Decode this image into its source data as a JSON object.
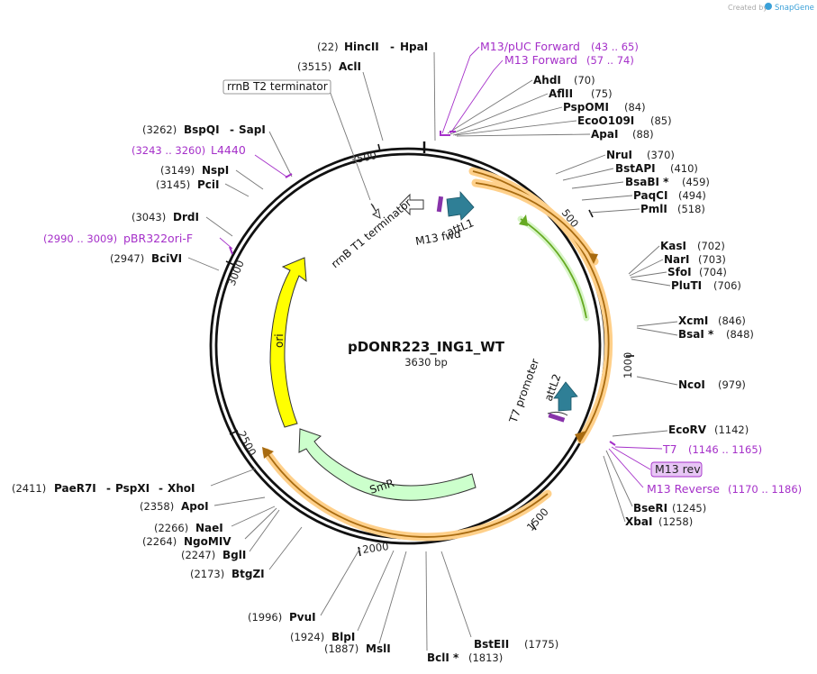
{
  "header": {
    "created_by": "Created by",
    "brand": "SnapGene"
  },
  "plasmid": {
    "name": "pDONR223_ING1_WT",
    "length": "3630 bp"
  },
  "ticks": [
    "500",
    "1000",
    "1500",
    "2000",
    "2500",
    "3000",
    "3500"
  ],
  "sites": [
    {
      "name": "HincII",
      "pos": "(22)"
    },
    {
      "name": "HpaI",
      "pos": ""
    },
    {
      "name": "AclI",
      "pos": "(3515)"
    },
    {
      "name": "AhdI",
      "pos": "(70)"
    },
    {
      "name": "AflII",
      "pos": "(75)"
    },
    {
      "name": "PspOMI",
      "pos": "(84)"
    },
    {
      "name": "EcoO109I",
      "pos": "(85)"
    },
    {
      "name": "ApaI",
      "pos": "(88)"
    },
    {
      "name": "NruI",
      "pos": "(370)"
    },
    {
      "name": "BstAPI",
      "pos": "(410)"
    },
    {
      "name": "BsaBI *",
      "pos": "(459)"
    },
    {
      "name": "PaqCI",
      "pos": "(494)"
    },
    {
      "name": "PmlI",
      "pos": "(518)"
    },
    {
      "name": "KasI",
      "pos": "(702)"
    },
    {
      "name": "NarI",
      "pos": "(703)"
    },
    {
      "name": "SfoI",
      "pos": "(704)"
    },
    {
      "name": "PluTI",
      "pos": "(706)"
    },
    {
      "name": "XcmI",
      "pos": "(846)"
    },
    {
      "name": "BsaI *",
      "pos": "(848)"
    },
    {
      "name": "NcoI",
      "pos": "(979)"
    },
    {
      "name": "EcoRV",
      "pos": "(1142)"
    },
    {
      "name": "BseRI",
      "pos": "(1245)"
    },
    {
      "name": "XbaI",
      "pos": "(1258)"
    },
    {
      "name": "BstEII",
      "pos": "(1775)"
    },
    {
      "name": "BclI *",
      "pos": "(1813)"
    },
    {
      "name": "MslI",
      "pos": "(1887)"
    },
    {
      "name": "BlpI",
      "pos": "(1924)"
    },
    {
      "name": "PvuI",
      "pos": "(1996)"
    },
    {
      "name": "BtgZI",
      "pos": "(2173)"
    },
    {
      "name": "BglI",
      "pos": "(2247)"
    },
    {
      "name": "NgoMIV",
      "pos": "(2264)"
    },
    {
      "name": "NaeI",
      "pos": "(2266)"
    },
    {
      "name": "ApoI",
      "pos": "(2358)"
    },
    {
      "name": "PaeR7I",
      "pos": "(2411)"
    },
    {
      "name": "PspXI",
      "pos": ""
    },
    {
      "name": "XhoI",
      "pos": ""
    },
    {
      "name": "BciVI",
      "pos": "(2947)"
    },
    {
      "name": "DrdI",
      "pos": "(3043)"
    },
    {
      "name": "PciI",
      "pos": "(3145)"
    },
    {
      "name": "NspI",
      "pos": "(3149)"
    },
    {
      "name": "BspQI",
      "pos": "(3262)"
    },
    {
      "name": "SapI",
      "pos": ""
    }
  ],
  "primers": [
    {
      "name": "M13/pUC Forward",
      "range": "(43 .. 65)"
    },
    {
      "name": "M13 Forward",
      "range": "(57 .. 74)"
    },
    {
      "name": "T7",
      "range": "(1146 .. 1165)"
    },
    {
      "name": "M13 rev",
      "range": ""
    },
    {
      "name": "M13 Reverse",
      "range": "(1170 .. 1186)"
    },
    {
      "name": "pBR322ori-F",
      "range": "(2990 .. 3009)"
    },
    {
      "name": "L4440",
      "range": "(3243 .. 3260)"
    }
  ],
  "features": {
    "rrnb_t2": "rrnB T2 terminator",
    "rrnb_t1": "rrnB T1 terminator",
    "attl1": "attL1",
    "m13_fwd": "M13 fwd",
    "t7_promoter": "T7 promoter",
    "attl2": "attL2",
    "ori": "ori",
    "smr": "SmR"
  },
  "colors": {
    "primer": "#a530c9",
    "ori": "#ffff00",
    "smr": "#ccffcc",
    "orf": "#ffd08a",
    "orf_line": "#a86b10",
    "inner_orf": "#66aa22",
    "att": "#2f7f96"
  }
}
